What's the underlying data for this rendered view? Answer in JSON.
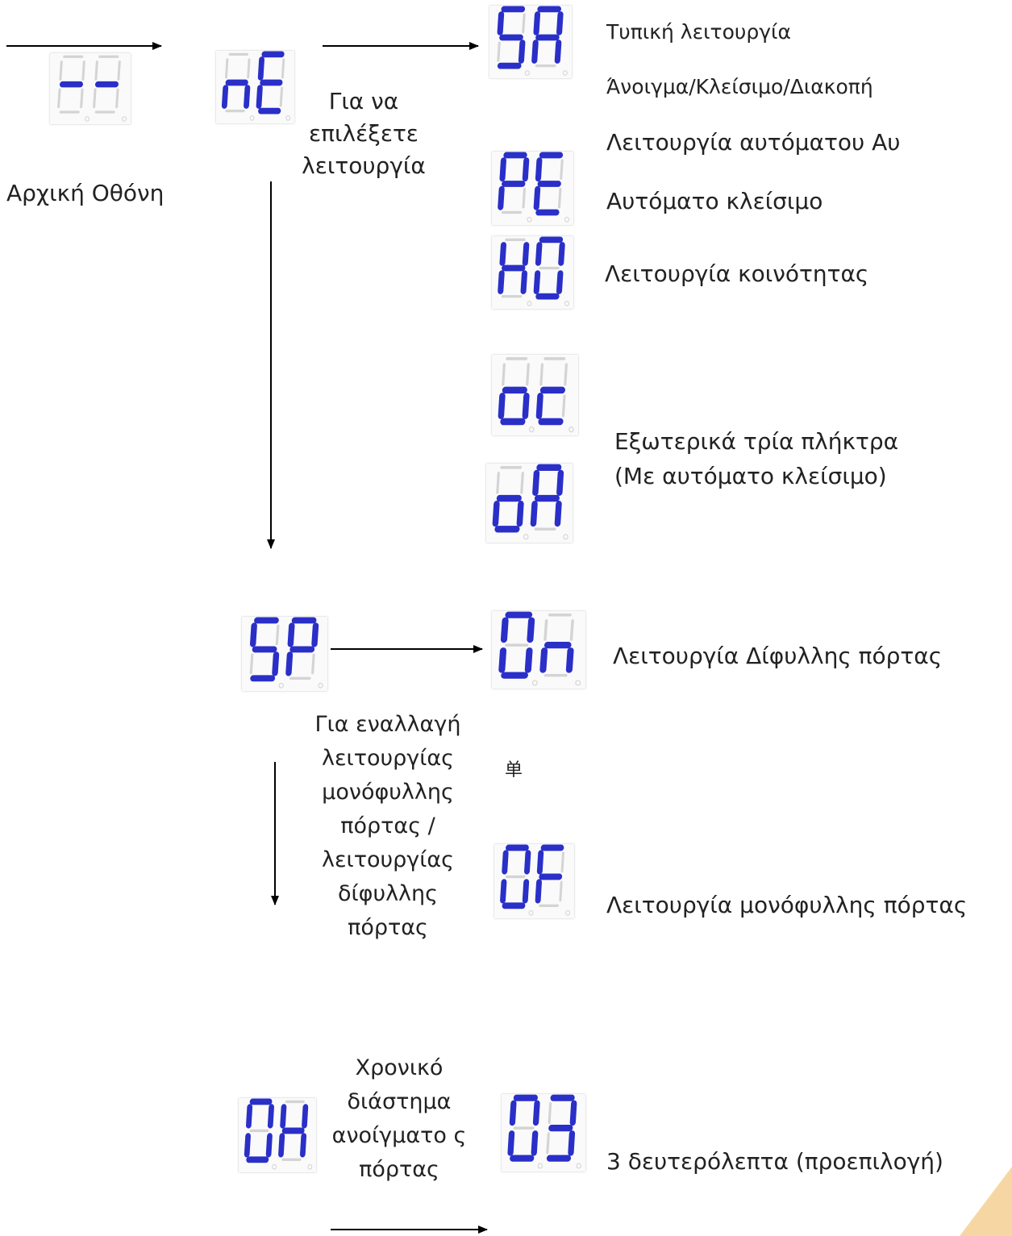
{
  "colors": {
    "segment_on": "#2a2fc8",
    "segment_off": "#d4d4d4",
    "arrow": "#000000",
    "corner_accent": "#f6d7a4"
  },
  "initial_screen": {
    "display": "--",
    "label": "Αρχική Οθόνη"
  },
  "mode_select": {
    "display": "nE",
    "label": "Για να επιλέξετε λειτουργία",
    "options": [
      {
        "display": "SA",
        "labels": [
          "Τυπική λειτουργία",
          "Άνοιγμα/Κλείσιμο/Διακοπή"
        ]
      },
      {
        "display": "PE",
        "labels": [
          "Λειτουργία αυτόματου Αυ",
          "Αυτόματο κλείσιμο"
        ]
      },
      {
        "display": "HO",
        "labels": [
          "Λειτουργία κοινότητας"
        ]
      },
      {
        "display": "oc",
        "labels": []
      },
      {
        "display": "oA",
        "labels": [
          "Εξωτερικά τρία πλήκτρα",
          "(Με αυτόματο κλείσιμο)"
        ]
      }
    ]
  },
  "leaf_switch": {
    "display": "SP",
    "label": "Για εναλλαγή λειτουργίας μονόφυλλης πόρτας / λειτουργίας δίφυλλης πόρτας",
    "stray_glyph": "单",
    "options": [
      {
        "display": "On",
        "label": "Λειτουργία Δίφυλλης πόρτας"
      },
      {
        "display": "OF",
        "label": "Λειτουργία μονόφυλλης πόρτας"
      }
    ]
  },
  "open_time": {
    "display": "OH",
    "label": "Χρονικό διάστημα ανοίγματο ς πόρτας",
    "value_display": "03",
    "value_label": "3 δευτερόλεπτα (προεπιλογή)"
  }
}
